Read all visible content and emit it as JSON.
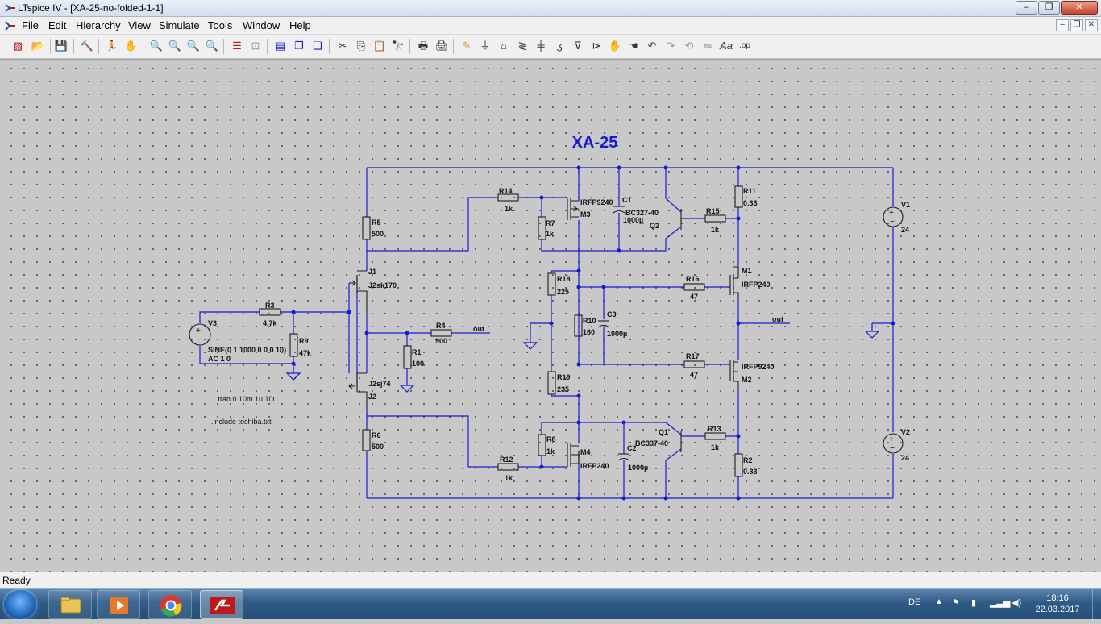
{
  "window": {
    "title": "LTspice IV - [XA-25-no-folded-1-1]",
    "minimize": "–",
    "maximize": "❐",
    "close": "✕"
  },
  "menu": [
    {
      "label": "File",
      "name": "menu-file"
    },
    {
      "label": "Edit",
      "name": "menu-edit"
    },
    {
      "label": "Hierarchy",
      "name": "menu-hierarchy"
    },
    {
      "label": "View",
      "name": "menu-view"
    },
    {
      "label": "Simulate",
      "name": "menu-simulate"
    },
    {
      "label": "Tools",
      "name": "menu-tools"
    },
    {
      "label": "Window",
      "name": "menu-window"
    },
    {
      "label": "Help",
      "name": "menu-help"
    }
  ],
  "toolbar_icons": [
    "new-schematic-icon",
    "open-icon",
    "save-icon",
    "control-panel-icon",
    "run-icon",
    "halt-icon",
    "zoom-in-icon",
    "zoom-pan-icon",
    "zoom-out-icon",
    "zoom-fit-icon",
    "autoscale-icon",
    "split-icon",
    "tile-icon",
    "cascade-icon",
    "close-all-icon",
    "cut-icon",
    "copy-icon",
    "paste-icon",
    "find-icon",
    "print-setup-icon",
    "print-icon",
    "draw-wire-icon",
    "ground-icon",
    "label-net-icon",
    "resistor-icon",
    "capacitor-icon",
    "inductor-icon",
    "diode-icon",
    "component-icon",
    "move-icon",
    "drag-icon",
    "undo-icon",
    "redo-icon",
    "rotate-icon",
    "mirror-icon",
    "text-icon",
    "spice-directive-icon"
  ],
  "schematic": {
    "title": "XA-25",
    "components": {
      "R1": {
        "name": "R1",
        "value": "100"
      },
      "R2": {
        "name": "R2",
        "value": "0.33"
      },
      "R3": {
        "name": "R3",
        "value": "4.7k"
      },
      "R4": {
        "name": "R4",
        "value": "900"
      },
      "R5": {
        "name": "R5",
        "value": "500"
      },
      "R6": {
        "name": "R6",
        "value": "500"
      },
      "R7": {
        "name": "R7",
        "value": "1k"
      },
      "R8": {
        "name": "R8",
        "value": "1k"
      },
      "R9": {
        "name": "R9",
        "value": "47k"
      },
      "R10": {
        "name": "R10",
        "value": "160"
      },
      "R11": {
        "name": "R11",
        "value": "0.33"
      },
      "R12": {
        "name": "R12",
        "value": "1k"
      },
      "R13": {
        "name": "R13",
        "value": "1k"
      },
      "R14": {
        "name": "R14",
        "value": "1k"
      },
      "R15": {
        "name": "R15",
        "value": "1k"
      },
      "R16": {
        "name": "R16",
        "value": "47"
      },
      "R17": {
        "name": "R17",
        "value": "47"
      },
      "R18": {
        "name": "R18",
        "value": "225"
      },
      "R19": {
        "name": "R19",
        "value": "235"
      },
      "C1": {
        "name": "C1",
        "value": "1000µ"
      },
      "C2": {
        "name": "C2",
        "value": "1000µ"
      },
      "C3": {
        "name": "C3",
        "value": "1000µ"
      },
      "Q1": {
        "name": "Q1",
        "value": "BC337-40"
      },
      "Q2": {
        "name": "Q2",
        "value": "BC327-40"
      },
      "M1": {
        "name": "M1",
        "value": "IRFP240"
      },
      "M2": {
        "name": "M2",
        "value": "IRFP9240"
      },
      "M3": {
        "name": "M3",
        "value": "IRFP9240"
      },
      "M4": {
        "name": "M4",
        "value": "IRFP240"
      },
      "J1": {
        "name": "J1",
        "value": "J2sk170"
      },
      "J2": {
        "name": "J2",
        "value": "J2sj74"
      },
      "V1": {
        "name": "V1",
        "value": "24"
      },
      "V2": {
        "name": "V2",
        "value": "24"
      },
      "V3": {
        "name": "V3",
        "value": "SINE(0 1 1000 0 0 0 10)",
        "value2": "AC 1 0"
      }
    },
    "net_labels": {
      "out1": "out",
      "out2": "out"
    },
    "directives": {
      "tran": ".tran 0 10m 1u 10u",
      "include": ".include toshiba.txt"
    }
  },
  "status": {
    "text": "Ready"
  },
  "taskbar": {
    "apps": [
      "explorer-icon",
      "media-player-icon",
      "chrome-icon",
      "ltspice-icon"
    ],
    "language": "DE",
    "time": "18:16",
    "date": "22.03.2017"
  },
  "colors": {
    "wire": "#1a1ad2",
    "title": "#1a1ad2",
    "canvas": "#c8c8c8"
  }
}
